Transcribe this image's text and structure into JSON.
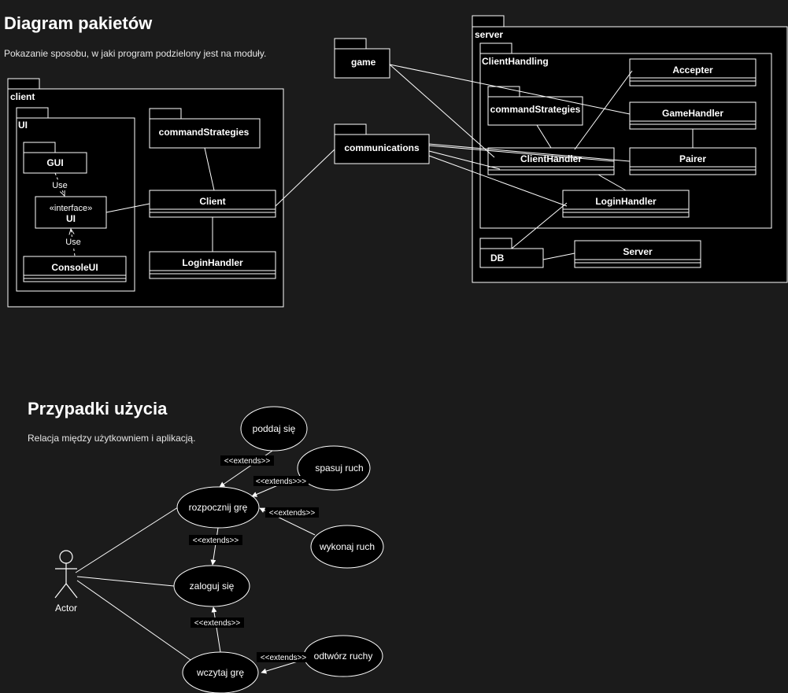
{
  "package_diagram": {
    "title": "Diagram pakietów",
    "subtitle": "Pokazanie sposobu, w jaki program podzielony jest na moduły.",
    "client": {
      "name": "client",
      "ui_package": "UI",
      "gui_package": "GUI",
      "ui_interface_stereotype": "«interface»",
      "ui_interface_name": "UI",
      "console_ui": "ConsoleUI",
      "use_label_top": "Use",
      "use_label_bottom": "Use",
      "command_strategies": "commandStrategies",
      "client_class": "Client",
      "login_handler": "LoginHandler"
    },
    "game": "game",
    "communications": "communications",
    "server": {
      "name": "server",
      "client_handling": "ClientHandling",
      "accepter": "Accepter",
      "command_strategies": "commandStrategies",
      "game_handler": "GameHandler",
      "client_handler": "ClientHandler",
      "pairer": "Pairer",
      "login_handler": "LoginHandler",
      "db": "DB",
      "server_class": "Server"
    }
  },
  "use_case_diagram": {
    "title": "Przypadki użycia",
    "subtitle": "Relacja między użytkowniem i aplikacją.",
    "actor": "Actor",
    "use_cases": {
      "poddaj": "poddaj się",
      "spasuj": "spasuj ruch",
      "rozpocznij": "rozpocznij grę",
      "wykonaj": "wykonaj ruch",
      "zaloguj": "zaloguj się",
      "wczytaj": "wczytaj grę",
      "odtworz": "odtwórz ruchy"
    },
    "extends": {
      "poddaj": "<<extends>>",
      "spasuj": "<<extends>>>",
      "wykonaj": "<<extends>>",
      "rozpocznij_zaloguj": "<<extends>>",
      "wczytaj_zaloguj": "<<extends>>",
      "odtworz": "<<extends>>"
    }
  }
}
